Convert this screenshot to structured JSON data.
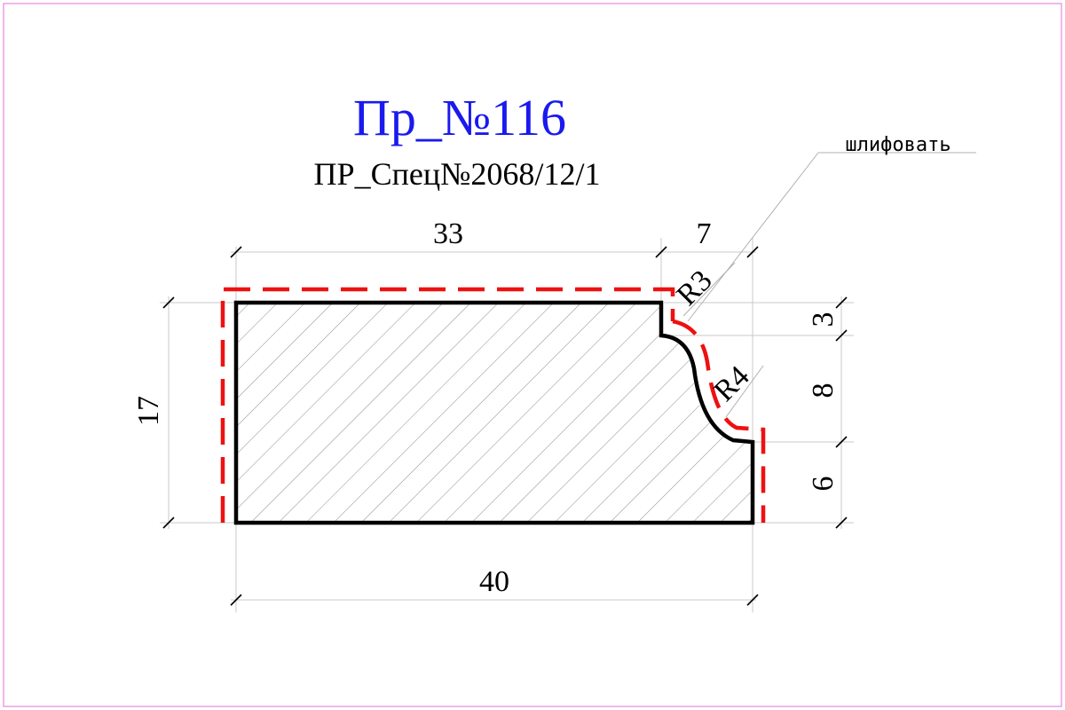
{
  "title": "Пр_№116",
  "subtitle": "ПР_Спец№2068/12/1",
  "dimensions": {
    "top_left_width": "33",
    "top_right_width": "7",
    "total_width": "40",
    "height": "17",
    "right_top": "3",
    "right_middle": "8",
    "right_bottom": "6",
    "radius_small": "R3",
    "radius_large": "R4"
  },
  "note": "шлифовать",
  "colors": {
    "title": "#1a1aee",
    "outline": "#000000",
    "grind_line": "#ee1111",
    "hatch": "#999999",
    "frame": "#e8a0e8",
    "dim_line": "#bbbbbb"
  }
}
